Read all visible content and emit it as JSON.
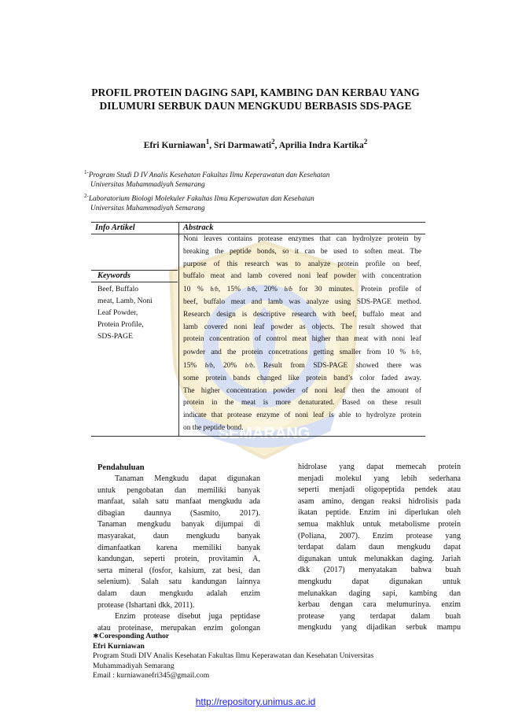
{
  "title": {
    "line1": "PROFIL PROTEIN DAGING SAPI, KAMBING DAN KERBAU YANG",
    "line2": "DILUMURI SERBUK DAUN MENGKUDU BERBASIS SDS-PAGE"
  },
  "authors": {
    "a1": "Efri Kurniawan",
    "a1_sup": "1",
    "a2": ", Sri Darmawati",
    "a2_sup": "2",
    "a3": ", Aprilia Indra Kartika",
    "a3_sup": "2"
  },
  "affiliations": [
    {
      "sup": "1-",
      "line1": "Program Studi D IV Analis Kesehatan Fakultas Ilmu Keperawatan dan Kesehatan",
      "line2": "Universitas Muhammadiyah Semarang"
    },
    {
      "sup": "2-",
      "line1": "Laboratorium Biologi Molekuler Fakultas Ilmu Keperawatan dan Kesehatan",
      "line2": "Universitas Muhammadiyah Semarang"
    }
  ],
  "info_header": "Info Artikel",
  "abstract_header": "Abstrack",
  "keywords": {
    "title": "Keywords",
    "lines": [
      "Beef, Buffalo",
      "meat, Lamb, Noni",
      "Leaf Powder,",
      "Protein Profile,",
      "SDS-PAGE"
    ]
  },
  "abstract": {
    "lines": [
      "Noni leaves contains protease enzymes that can hydrolyze protein by",
      "breaking the peptide bonds, so it can be used to soften meat. The",
      "purpose of this research was to analyze protein profile on beef,",
      "buffalo meat and lamb covered noni leaf powder with concentration"
    ],
    "conc_line": {
      "a": "10 %",
      "f1": "b/b",
      "b": ", 15%",
      "f2": "b/b",
      "c": ", 20%",
      "f3": "b/b",
      "d": " for 30 minutes. Protein profile of"
    },
    "lines2": [
      "beef, buffalo meat and lamb was analyze using SDS-PAGE method.",
      "Research design is descriptive research with beef, buffalo meat and",
      "lamb covered noni leaf powder as objects. The result showed that",
      "protein concentration of control meat higher than meat with noni leaf"
    ],
    "conc_line2": {
      "a": "powder and the protein concetrations getting smaller from 10 %",
      "f1": "b/b",
      "b": ","
    },
    "conc_line3": {
      "a": "15%",
      "f1": "b/b",
      "b": ", 20%",
      "f2": "b/b",
      "c": ". Result from SDS-PAGE showed there was"
    },
    "lines3": [
      "some protein bands changed like protein band’s color faded away.",
      "The higher concentration powder of noni leaf then the amount of",
      "protein in the meat is more denaturated. Based on these result",
      "indicate that protease enzyme of noni leaf is able to hydrolyze protein",
      "on the peptide bond."
    ]
  },
  "section_title": "Pendahuluan",
  "left_column": [
    "Tanaman Mengkudu dapat digunakan",
    "untuk pengobatan dan memiliki banyak",
    "manfaat, salah satu manfaat mengkudu ada",
    "dibagian daunnya (Sasmito, 2017).",
    "Tanaman mengkudu banyak dijumpai di",
    "masyarakat, daun mengkudu banyak",
    "dimanfaatkan karena memiliki banyak",
    "kandungan, seperti protein, provitamin A,",
    "serta mineral (fosfor, kalsium, zat besi, dan",
    "selenium). Salah satu kandungan lainnya",
    "dalam daun mengkudu adalah enzim",
    "protease (Ishartani dkk, 2011).",
    "Enzim protease disebut juga peptidase",
    "atau proteinase, merupakan enzim golongan"
  ],
  "right_column": [
    "hidrolase yang dapat memecah protein",
    "menjadi molekul yang lebih sederhana",
    "seperti menjadi oligopeptida pendek atau",
    "asam amino, dengan reaksi hidrolisis pada",
    "ikatan peptide. Enzim ini diperlukan oleh",
    "semua makhluk untuk metabolisme protein",
    "(Poliana, 2007). Enzim protease yang",
    "terdapat dalam daun mengkudu dapat",
    "digunakan untuk melunakkan daging. Jariah",
    "dkk (2017) menyatakan bahwa buah",
    "mengkudu dapat digunakan untuk",
    "melunakkan daging sapi, kambing dan",
    "kerbau dengan cara melumurinya. enzim",
    "protease yang terdapat dalam buah",
    "mengkudu yang dijadikan serbuk mampu"
  ],
  "corresponding": {
    "label": "∗Coresponding Author",
    "name": "Efri Kurniawan",
    "line1": "Program Studi DIV Analis Kesehatan Fakultas Ilmu Keperawatan dan Kesehatan Universitas",
    "line2": "Muhammadiyah Semarang",
    "email": "Email : kurniawanefri345@gmail.com"
  },
  "footer_url": "http://repository.unimus.ac.id",
  "watermark_text": "SEMARANG",
  "colors": {
    "watermark_gold": "#e8c45c",
    "watermark_blue": "#6f8fd8",
    "link": "#1a1aff"
  }
}
